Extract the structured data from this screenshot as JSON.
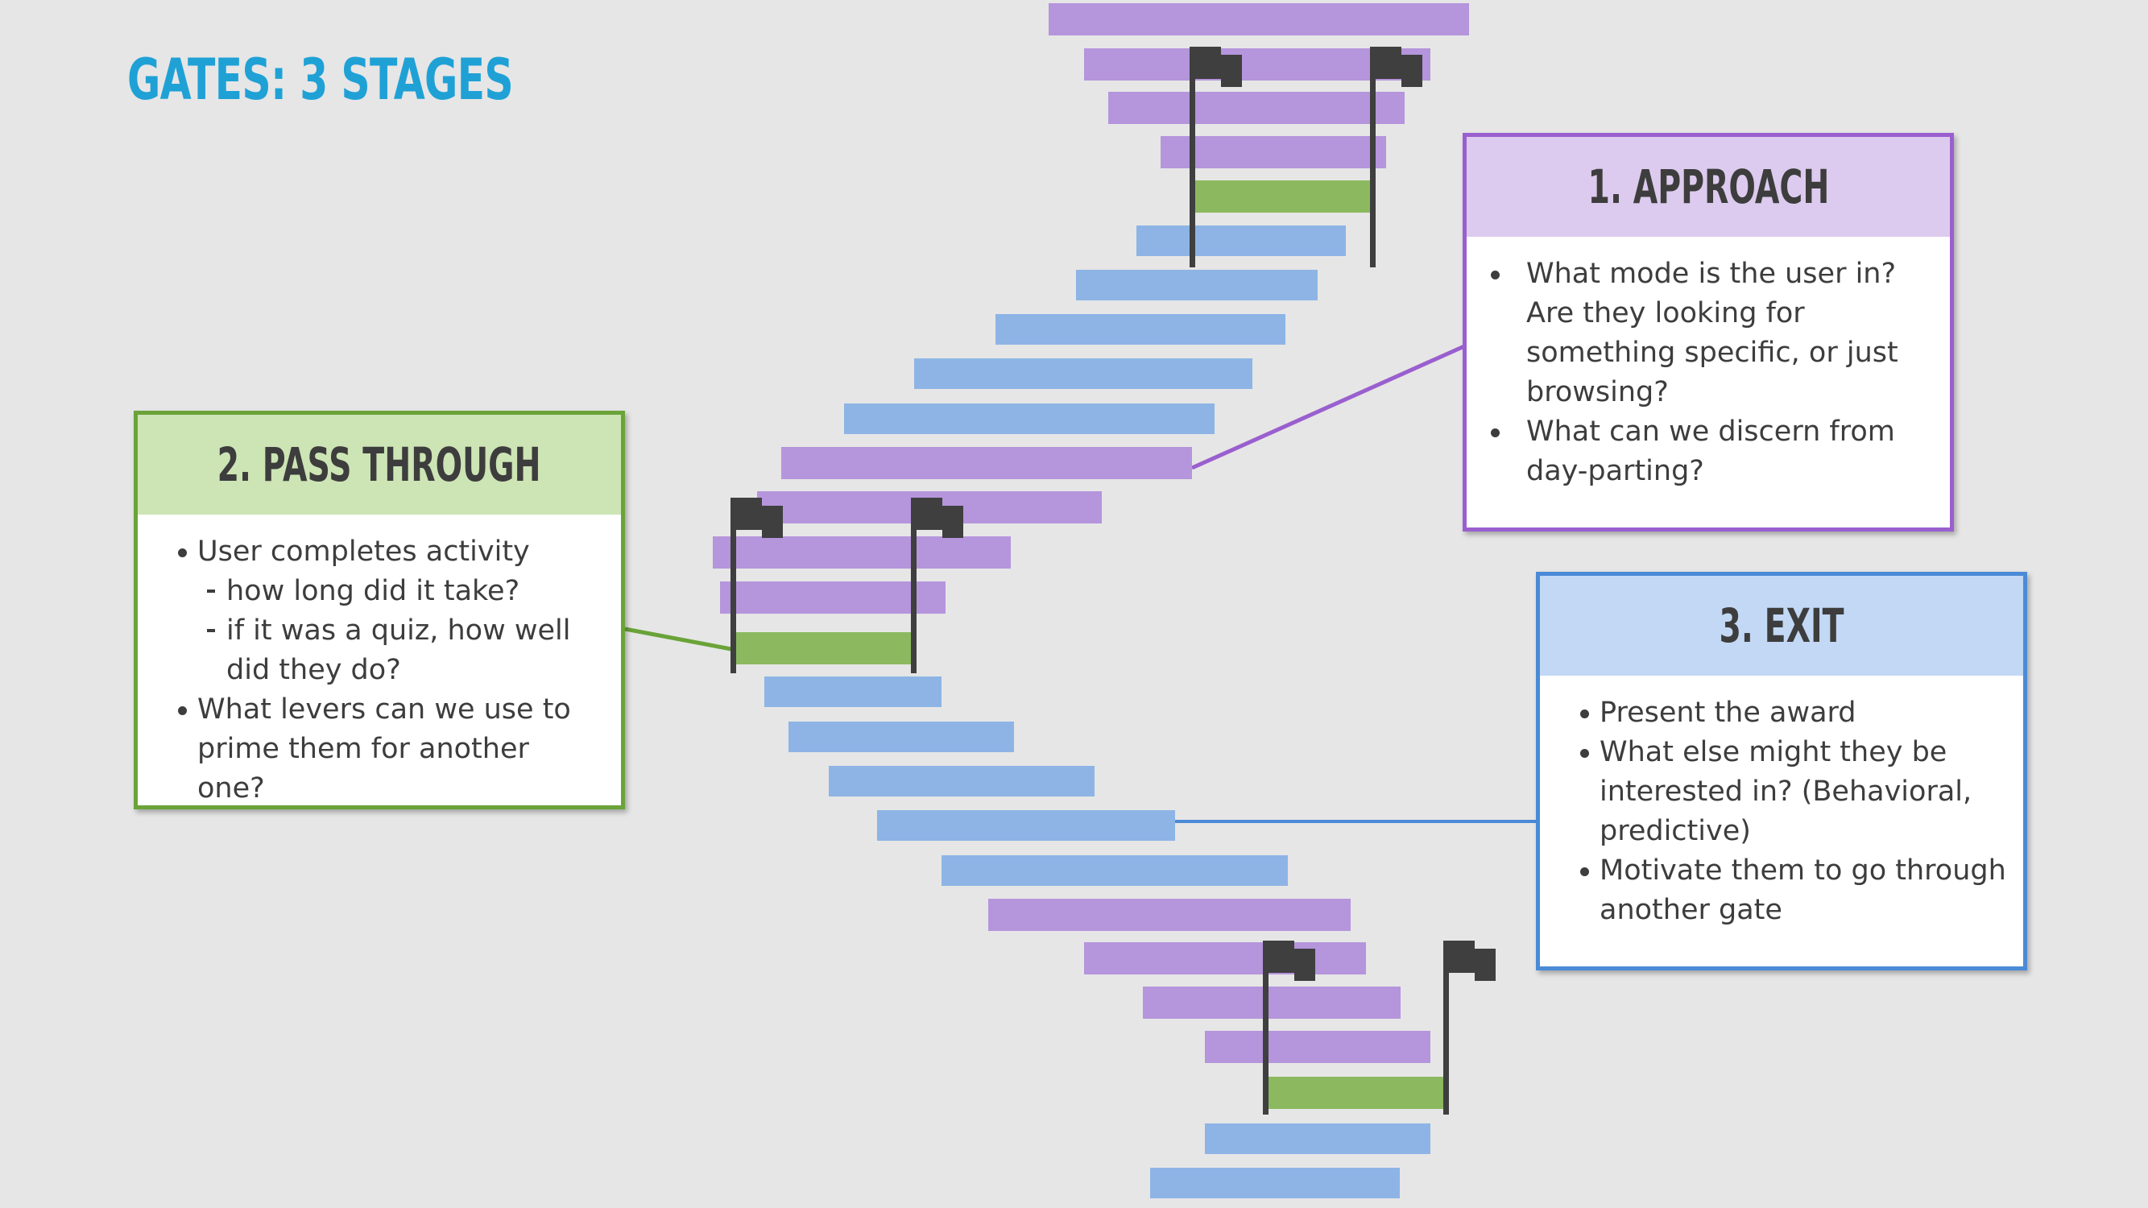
{
  "title": "GATES: 3 STAGES",
  "colors": {
    "background": "#e6e6e6",
    "title": "#1fa1d6",
    "purple_bar": "#b595dc",
    "blue_bar": "#8db4e5",
    "green_bar": "#8cb95f",
    "flag": "#3f3f3f",
    "approach_border": "#9a5fcf",
    "approach_header": "#dccbee",
    "pass_border": "#6aa338",
    "pass_header": "#cde4b5",
    "exit_border": "#4a8ad6",
    "exit_header": "#c2d8f5"
  },
  "icons": [
    "flag-icon"
  ],
  "cards": {
    "approach": {
      "heading": "1. APPROACH",
      "lines": [
        {
          "kind": "bullet",
          "text": "What mode is the user in?"
        },
        {
          "kind": "cont",
          "text": "Are they looking for"
        },
        {
          "kind": "cont",
          "text": "something specific, or just"
        },
        {
          "kind": "cont",
          "text": "browsing?"
        },
        {
          "kind": "bullet",
          "text": "What can we discern from"
        },
        {
          "kind": "cont",
          "text": "day-parting?"
        }
      ]
    },
    "pass_through": {
      "heading": "2. PASS THROUGH",
      "lines": [
        {
          "kind": "bullet",
          "text": "User completes activity"
        },
        {
          "kind": "sub",
          "text": "how long did it take?"
        },
        {
          "kind": "sub",
          "text": "if it was a quiz, how well"
        },
        {
          "kind": "subcont",
          "text": "did they do?"
        },
        {
          "kind": "bullet",
          "text": "What levers can we use to"
        },
        {
          "kind": "cont",
          "text": "prime them for another one?"
        }
      ]
    },
    "exit": {
      "heading": "3. EXIT",
      "lines": [
        {
          "kind": "bullet",
          "text": "Present the award"
        },
        {
          "kind": "bullet",
          "text": "What else might they be"
        },
        {
          "kind": "cont",
          "text": "interested in?  (Behavioral,"
        },
        {
          "kind": "cont",
          "text": "predictive)"
        },
        {
          "kind": "bullet",
          "text": "Motivate them to go through"
        },
        {
          "kind": "cont",
          "text": "another gate"
        }
      ]
    }
  }
}
